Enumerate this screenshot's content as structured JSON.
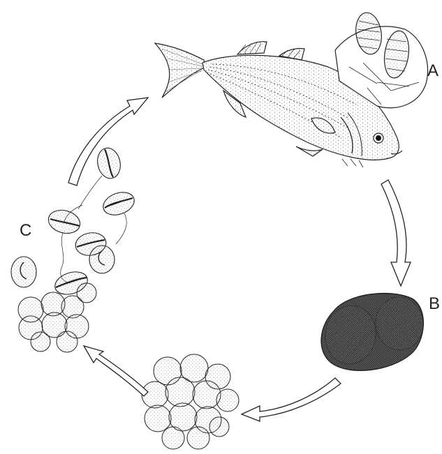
{
  "labels": {
    "a": "A",
    "b": "B",
    "c": "C"
  },
  "colors": {
    "ink": "#222222",
    "background": "#ffffff",
    "stipple": "#555555"
  }
}
